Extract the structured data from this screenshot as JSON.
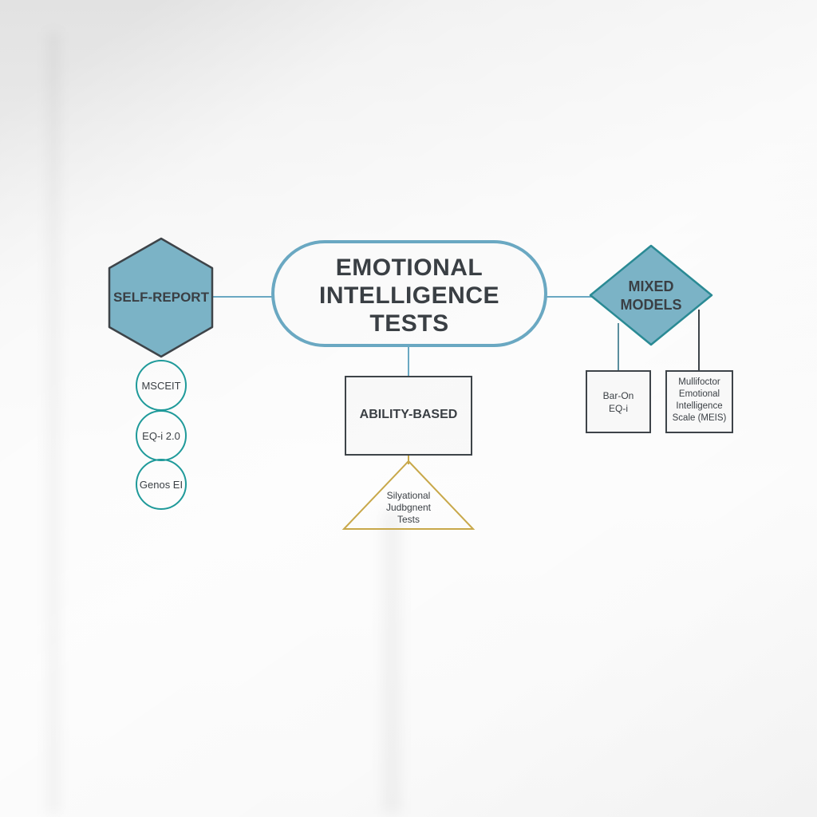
{
  "title": {
    "lines": [
      "EMOTIONAL",
      "INTELLIGENCE",
      "TESTS"
    ]
  },
  "categories": {
    "self_report": {
      "label": "SELF-REPORT",
      "items": [
        "MSCEIT",
        "EQ-i 2.0",
        "Genos EI"
      ]
    },
    "ability_based": {
      "label": "ABILITY-BASED",
      "child": {
        "lines": [
          "Silyational",
          "Judbgnent",
          "Tests"
        ]
      }
    },
    "mixed_models": {
      "lines": [
        "MIXED",
        "MODELS"
      ],
      "items": [
        {
          "lines": [
            "Bar-On",
            "EQ-i"
          ]
        },
        {
          "lines": [
            "Mullifoctor",
            "Emotional",
            "Intelligence",
            "Scale (MEIS)"
          ]
        }
      ]
    }
  },
  "colors": {
    "teal_fill": "#7bb3c6",
    "teal_stroke": "#6aa8c2",
    "circle_stroke": "#1f9a9a",
    "dark_stroke": "#3e4449",
    "gold_stroke": "#c8a84a",
    "text": "#3a3f44"
  }
}
